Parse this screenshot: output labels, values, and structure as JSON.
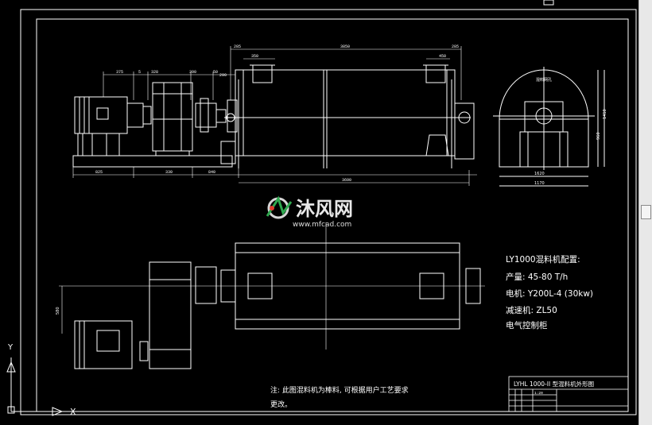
{
  "watermark": {
    "brand": "沐风网",
    "url": "www.mfcad.com"
  },
  "dimensions_side": {
    "d375": "375",
    "d5": "5",
    "d328": "328",
    "d390": "390",
    "d50": "50",
    "d290": "290",
    "d285a": "285",
    "d350": "350",
    "d3850": "3850",
    "d450": "450",
    "d285b": "285",
    "d825": "825",
    "d330": "330",
    "d840": "840",
    "d3690": "3690"
  },
  "dimensions_end": {
    "label": "混料网孔",
    "d1410": "1410",
    "d960": "960",
    "d1620": "1620",
    "d1170": "1170"
  },
  "dimensions_plan": {
    "d580": "580"
  },
  "config": {
    "title": "LY1000混料机配置:",
    "capacity": "产量: 45-80 T/h",
    "motor": "电机:  Y200L-4 (30kw)",
    "reducer": "减速机:   ZL50",
    "cabinet": "电气控制柜"
  },
  "note": {
    "line1": "注: 此图混料机为棒料, 可根据用户工艺要求",
    "line2": "更改。"
  },
  "title_block": {
    "name": "LYHL 1000-II 型混料机外形图",
    "scale": "1:20"
  },
  "axes": {
    "x_label": "X",
    "y_label": "Y"
  }
}
